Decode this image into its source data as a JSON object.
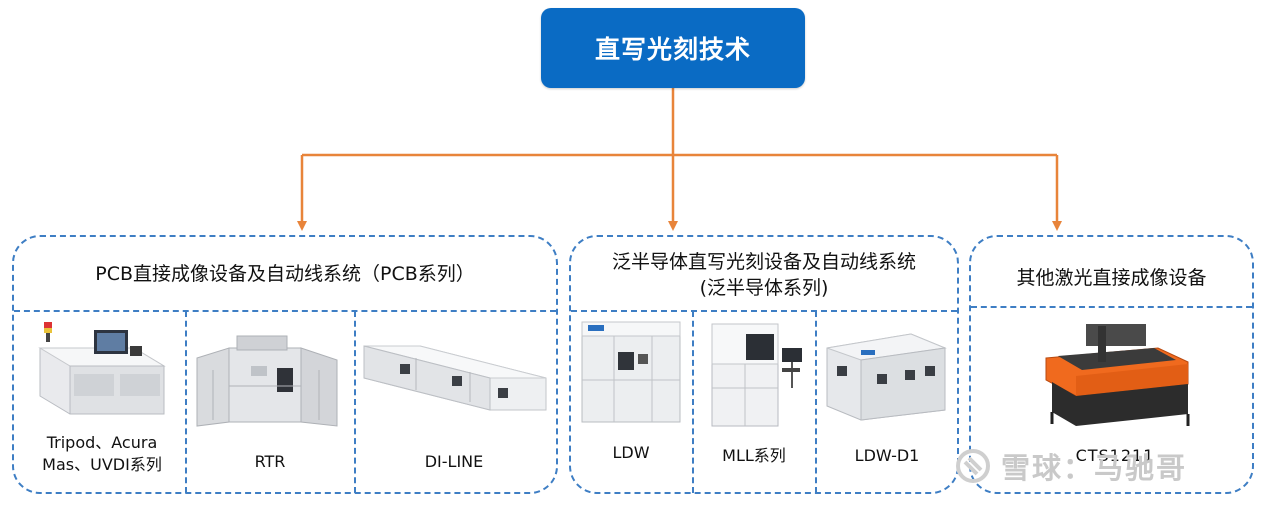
{
  "root": {
    "label": "直写光刻技术"
  },
  "groups": [
    {
      "title": "PCB直接成像设备及自动线系统（PCB系列）",
      "products": [
        {
          "label_line1": "Tripod、Acura",
          "label_line2": "Mas、UVDI系列",
          "icon": "pcb-exposure-machine-icon"
        },
        {
          "label": "RTR",
          "icon": "roll-to-roll-machine-icon"
        },
        {
          "label": "DI-LINE",
          "icon": "di-production-line-icon"
        }
      ]
    },
    {
      "title_line1": "泛半导体直写光刻设备及自动线系统",
      "title_line2": "(泛半导体系列)",
      "products": [
        {
          "label": "LDW",
          "icon": "ldw-cabinet-machine-icon"
        },
        {
          "label": "MLL系列",
          "icon": "mll-machine-icon"
        },
        {
          "label": "LDW-D1",
          "icon": "ldw-d1-machine-icon"
        }
      ]
    },
    {
      "title": "其他激光直接成像设备",
      "products": [
        {
          "label": "CTS1211",
          "icon": "laser-engraver-machine-icon"
        }
      ]
    }
  ],
  "watermark": {
    "text": "雪球：马驰哥"
  },
  "colors": {
    "root_fill": "#0a6bc4",
    "arrow": "#e8843a",
    "dashed_border": "#3e7ec4",
    "engraver": "#f06a1e"
  }
}
